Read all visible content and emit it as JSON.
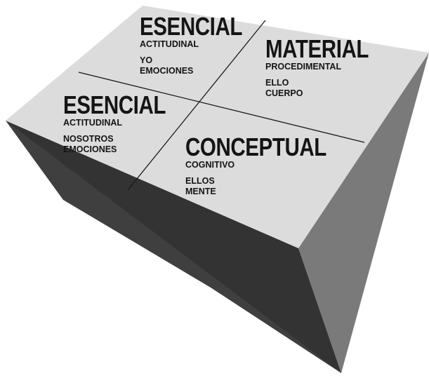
{
  "colors": {
    "top_face": "#dcdcdc",
    "left_face": "#3f3f3f",
    "right_face": "#7a7a7a",
    "front_face": "#333333",
    "divider": "#1a1a1a",
    "text": "#141414"
  },
  "quadrants": [
    {
      "id": "top-left",
      "title": "ESENCIAL",
      "subtitle": "ACTITUDINAL",
      "items": [
        "YO",
        "EMOCIONES"
      ]
    },
    {
      "id": "top-right",
      "title": "MATERIAL",
      "subtitle": "PROCEDIMENTAL",
      "items": [
        "ELLO",
        "CUERPO"
      ]
    },
    {
      "id": "bottom-left",
      "title": "ESENCIAL",
      "subtitle": "ACTITUDINAL",
      "items": [
        "NOSOTROS",
        "EMOCIONES"
      ]
    },
    {
      "id": "bottom-right",
      "title": "CONCEPTUAL",
      "subtitle": "COGNITIVO",
      "items": [
        "ELLOS",
        "MENTE"
      ]
    }
  ]
}
